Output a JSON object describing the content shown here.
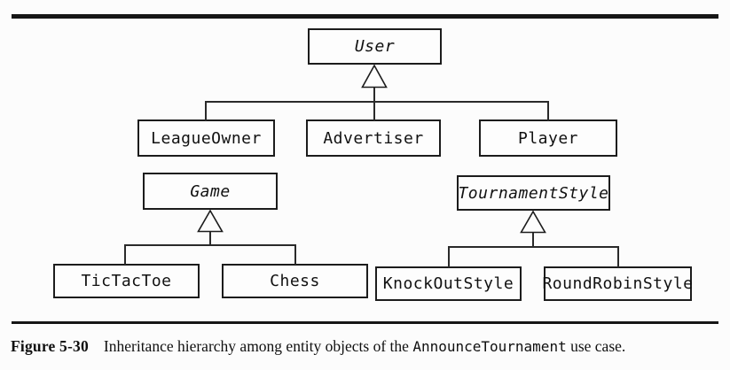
{
  "diagram": {
    "type": "uml-class-inheritance-hierarchy",
    "nodes": {
      "user": {
        "label": "User",
        "abstract": true
      },
      "league_owner": {
        "label": "LeagueOwner",
        "abstract": false
      },
      "advertiser": {
        "label": "Advertiser",
        "abstract": false
      },
      "player": {
        "label": "Player",
        "abstract": false
      },
      "game": {
        "label": "Game",
        "abstract": true
      },
      "tournament_style": {
        "label": "TournamentStyle",
        "abstract": true
      },
      "tictactoe": {
        "label": "TicTacToe",
        "abstract": false
      },
      "chess": {
        "label": "Chess",
        "abstract": false
      },
      "knockout_style": {
        "label": "KnockOutStyle",
        "abstract": false
      },
      "roundrobin_style": {
        "label": "RoundRobinStyle",
        "abstract": false
      }
    },
    "edges": [
      {
        "from": "LeagueOwner",
        "to": "User",
        "type": "inheritance"
      },
      {
        "from": "Advertiser",
        "to": "User",
        "type": "inheritance"
      },
      {
        "from": "Player",
        "to": "User",
        "type": "inheritance"
      },
      {
        "from": "TicTacToe",
        "to": "Game",
        "type": "inheritance"
      },
      {
        "from": "Chess",
        "to": "Game",
        "type": "inheritance"
      },
      {
        "from": "KnockOutStyle",
        "to": "TournamentStyle",
        "type": "inheritance"
      },
      {
        "from": "RoundRobinStyle",
        "to": "TournamentStyle",
        "type": "inheritance"
      }
    ]
  },
  "caption": {
    "figure_label": "Figure 5-30",
    "text_before_code": "Inheritance hierarchy among entity objects of the ",
    "code_text": "AnnounceTournament",
    "text_after_code": " use case."
  },
  "colors": {
    "line": "#1c1c1c",
    "background": "#fcfcfc",
    "box_background": "#fdfdfd"
  }
}
